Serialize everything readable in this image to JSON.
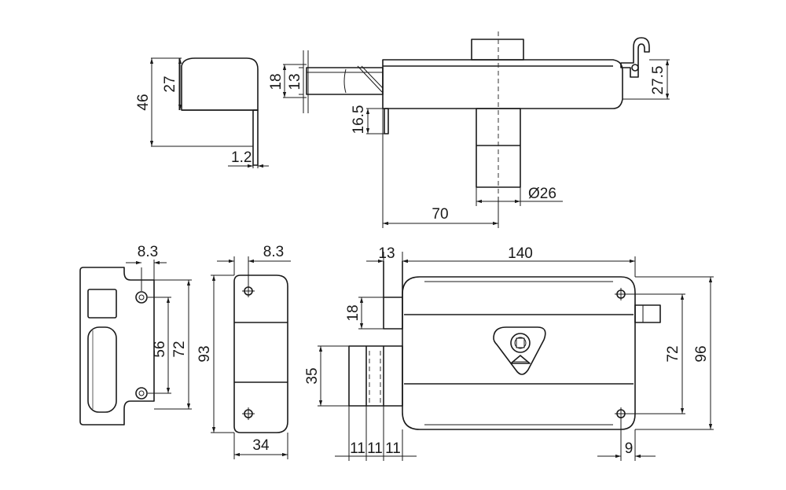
{
  "dimensions": {
    "cap_height_total": "46",
    "cap_height": "27",
    "cap_plate_thickness": "1.2",
    "bolt_offset_outer": "18",
    "bolt_offset_inner": "13",
    "hook_height": "27.5",
    "stud_offset": "16.5",
    "cylinder_diameter": "Ø26",
    "cylinder_length": "70",
    "strike_hole_offset": "8.3",
    "strike_hole_spacing": "56",
    "strike_height": "72",
    "keeper_hole_offset": "8.3",
    "keeper_height": "93",
    "keeper_width": "34",
    "bolt_projection": "13",
    "body_width": "140",
    "bolt_height": "18",
    "cylinder_projection": "35",
    "cylinder_step_1": "11",
    "cylinder_step_2": "11",
    "cylinder_step_3": "11",
    "fixing_hole_spacing": "72",
    "body_height": "96",
    "fixing_hole_offset": "9"
  },
  "colors": {
    "line": "#1a1a1a",
    "background": "#ffffff"
  }
}
